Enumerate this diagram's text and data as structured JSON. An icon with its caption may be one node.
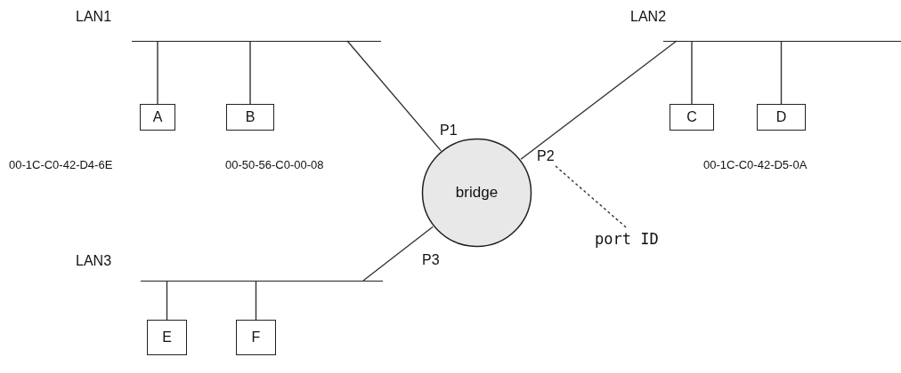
{
  "diagram": {
    "nodes": [
      {
        "text": [
          "LAN1"
        ]
      },
      {
        "text": [
          "A"
        ],
        "beside": [
          "00-1C-C0-42-D4-6E"
        ]
      },
      {
        "text": [
          "B"
        ],
        "beside": [
          "00-50-56-C0-00-08"
        ]
      },
      {
        "text": [
          "LAN2"
        ]
      },
      {
        "text": [
          "C"
        ]
      },
      {
        "text": [
          "D"
        ],
        "beside": [
          "00-1C-C0-42-D5-0A"
        ]
      },
      {
        "text": [
          "bridge"
        ]
      },
      {
        "text": [
          "P2"
        ]
      },
      {
        "text": [
          "port ID"
        ]
      },
      {
        "text": [
          "LAN3"
        ]
      },
      {
        "text": [
          "E"
        ]
      },
      {
        "text": [
          "F"
        ]
      }
    ],
    "edges": [
      {
        "from": 0,
        "to": 1,
        "arrow": "none"
      },
      {
        "from": 0,
        "to": 2,
        "arrow": "none"
      },
      {
        "from": 0,
        "to": 6,
        "arrow": "none"
      },
      {
        "from": 3,
        "to": 4,
        "arrow": "none"
      },
      {
        "from": 3,
        "to": 5,
        "arrow": "none"
      },
      {
        "from": 3,
        "to": 6,
        "arrow": "none"
      },
      {
        "from": 9,
        "to": 6,
        "arrow": "none"
      },
      {
        "from": 9,
        "to": 10,
        "arrow": "none"
      },
      {
        "from": 9,
        "to": 11,
        "arrow": "none"
      },
      {
        "from": 8,
        "to": 7,
        "arrow": "none",
        "style": "dashed"
      }
    ],
    "labels": [
      "P1",
      "P3"
    ]
  }
}
